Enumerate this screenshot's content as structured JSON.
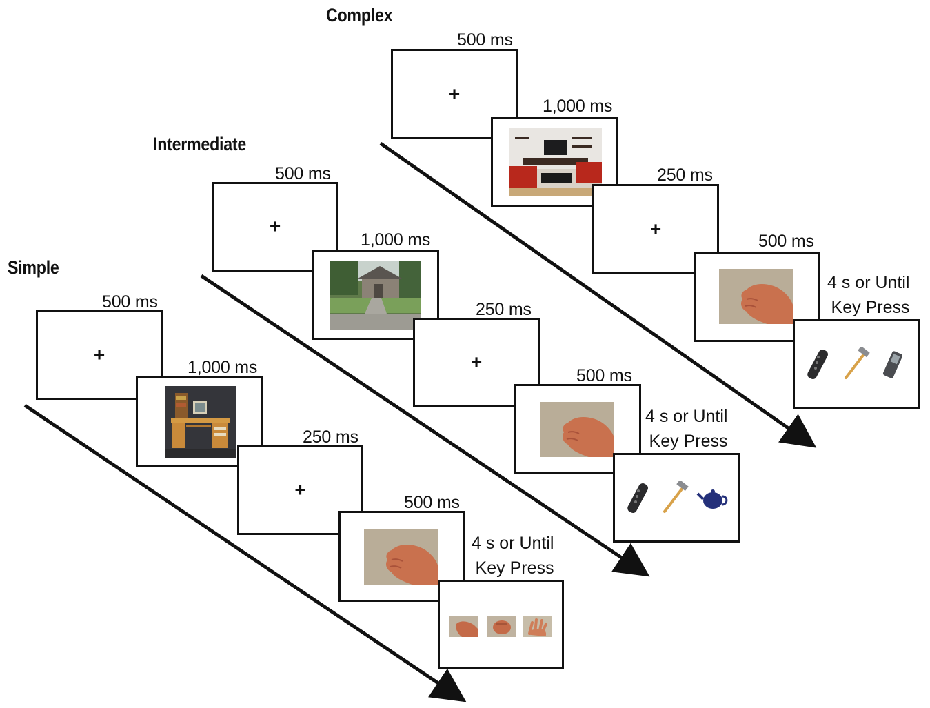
{
  "conditions": [
    {
      "title": "Simple",
      "fixation_duration": "500 ms",
      "scene_duration": "1,000 ms",
      "scene_icon": "desk-scene-photo",
      "isi_duration": "250 ms",
      "prime_duration": "500 ms",
      "prime_icon": "hand-grip-photo",
      "response_duration_line1": "4 s or Until",
      "response_duration_line2": "Key Press",
      "choice_icons": [
        "hand-clench-photo",
        "hand-fist-photo",
        "hand-open-photo"
      ],
      "fixation_symbol": "+"
    },
    {
      "title": "Intermediate",
      "fixation_duration": "500 ms",
      "scene_duration": "1,000 ms",
      "scene_icon": "house-garden-photo",
      "isi_duration": "250 ms",
      "prime_duration": "500 ms",
      "prime_icon": "hand-grip-photo",
      "response_duration_line1": "4 s or Until",
      "response_duration_line2": "Key Press",
      "choice_icons": [
        "remote-control-photo",
        "hammer-photo",
        "teapot-photo"
      ],
      "fixation_symbol": "+"
    },
    {
      "title": "Complex",
      "fixation_duration": "500 ms",
      "scene_duration": "1,000 ms",
      "scene_icon": "living-room-photo",
      "isi_duration": "250 ms",
      "prime_duration": "500 ms",
      "prime_icon": "hand-grip-photo",
      "response_duration_line1": "4 s or Until",
      "response_duration_line2": "Key Press",
      "choice_icons": [
        "remote-control-photo",
        "hammer-photo",
        "cellphone-photo"
      ],
      "fixation_symbol": "+"
    }
  ],
  "colors": {
    "line": "#111111",
    "skin": "#c9714e",
    "wall": "#c8bfae",
    "sofa": "#b8281c"
  }
}
